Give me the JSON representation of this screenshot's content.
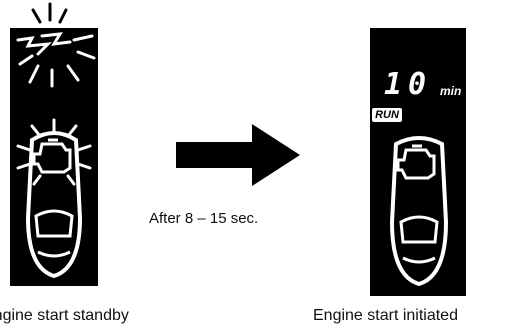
{
  "left_caption": "Engine start standby",
  "right_caption": "Engine start initiated",
  "delay_text": "After 8 – 15 sec.",
  "display": {
    "timer_value": "10",
    "timer_unit": "min",
    "status_label": "RUN"
  },
  "colors": {
    "panel": "#000000",
    "symbol": "#ffffff",
    "arrow": "#000000"
  }
}
